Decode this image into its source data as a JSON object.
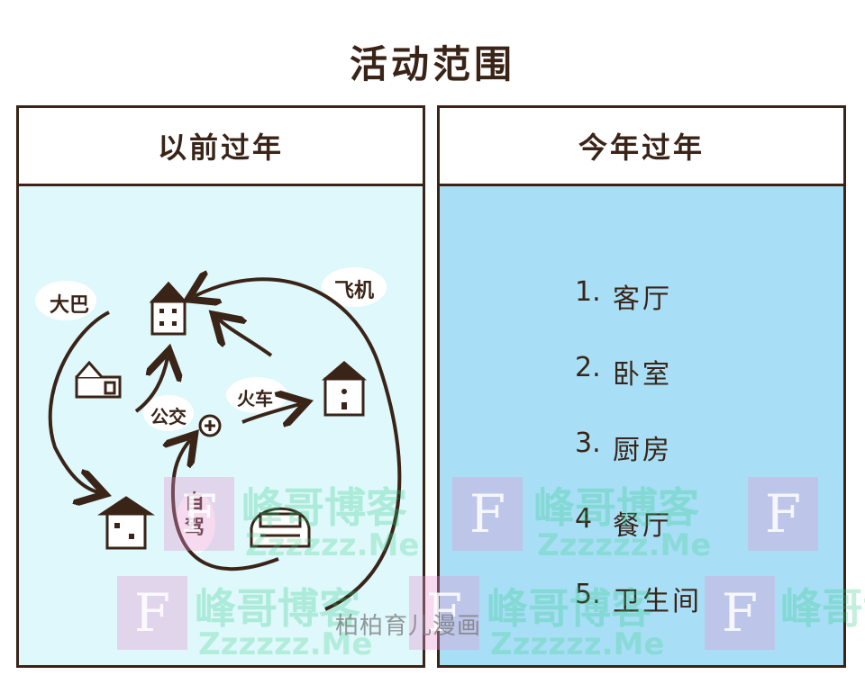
{
  "title": "活动范围",
  "left_panel": {
    "header": "以前过年",
    "transport_labels": {
      "bus": "大巴",
      "plane": "飞机",
      "train": "火车",
      "public_transit": "公交",
      "self_drive": "自驾"
    }
  },
  "right_panel": {
    "header": "今年过年",
    "rooms": [
      {
        "num": "1.",
        "label": "客厅"
      },
      {
        "num": "2.",
        "label": "卧室"
      },
      {
        "num": "3.",
        "label": "厨房"
      },
      {
        "num": "4",
        "label": "餐厅"
      },
      {
        "num": "5.",
        "label": "卫生间"
      }
    ]
  },
  "credit": "柏柏育儿漫画",
  "watermark": {
    "brand": "峰哥博客",
    "letter": "F",
    "url": "Zzzzzz.Me"
  }
}
